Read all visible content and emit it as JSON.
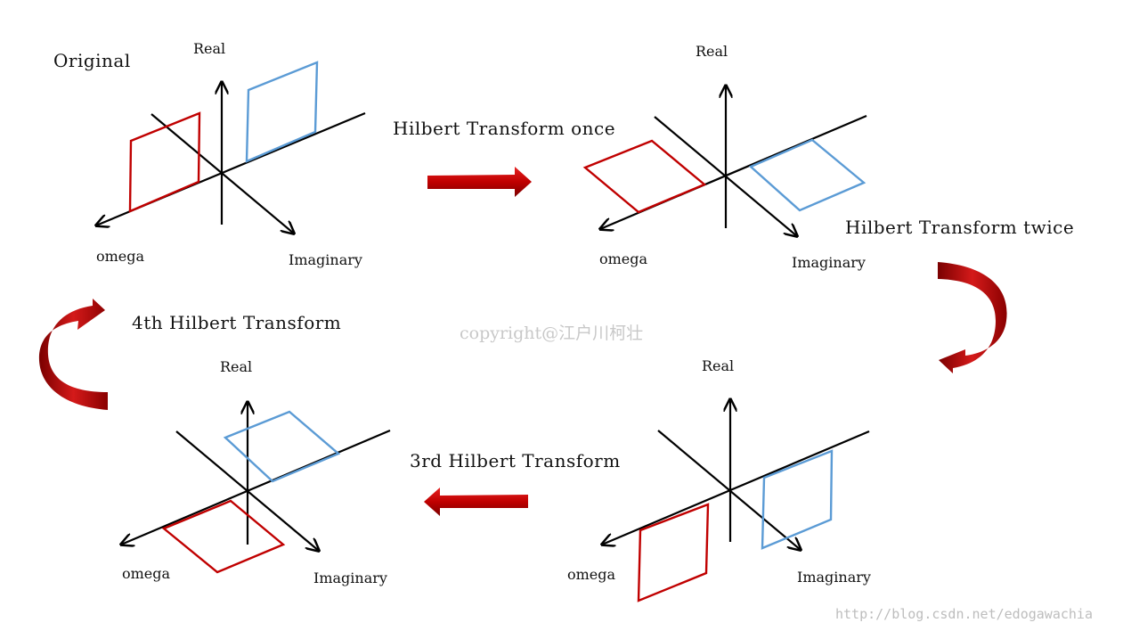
{
  "panels": {
    "original": {
      "title": "Original"
    }
  },
  "axes": {
    "real": "Real",
    "omega": "omega",
    "imaginary": "Imaginary"
  },
  "steps": {
    "once": "Hilbert Transform once",
    "twice": "Hilbert Transform twice",
    "third": "3rd Hilbert Transform",
    "fourth": "4th Hilbert Transform"
  },
  "watermarks": {
    "copyright": "copyright@江户川柯壮",
    "url": "http://blog.csdn.net/edogawachia"
  },
  "colors": {
    "red_square": "#c00000",
    "blue_square": "#5b9bd5",
    "arrow_red": "#c00000",
    "axes": "#000000"
  },
  "icons": [
    "right-arrow-icon",
    "curved-arrow-down-icon",
    "left-arrow-icon",
    "curved-arrow-up-icon"
  ]
}
